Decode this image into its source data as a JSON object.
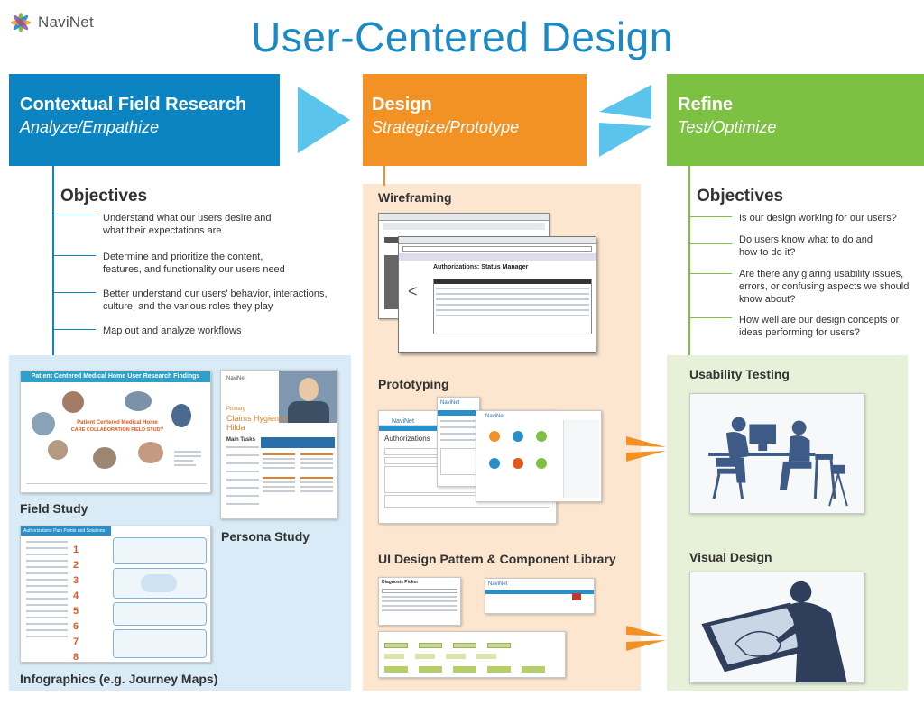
{
  "header": {
    "logo_text": "NaviNet",
    "title": "User-Centered Design"
  },
  "stages": [
    {
      "title": "Contextual Field Research",
      "subtitle": "Analyze/Empathize"
    },
    {
      "title": "Design",
      "subtitle": "Strategize/Prototype"
    },
    {
      "title": "Refine",
      "subtitle": "Test/Optimize"
    }
  ],
  "research": {
    "objectives_title": "Objectives",
    "objectives": [
      "Understand what our users desire and what their expectations are",
      "Determine and prioritize the content, features, and functionality our users need",
      "Better understand our users' behavior, interactions, culture, and the various roles they play",
      "Map out and analyze workflows"
    ],
    "field_study_label": "Field Study",
    "field_study_thumb_title": "Patient Centered Medical Home User Research Findings",
    "field_study_headline": "Patient Centered Medical Home",
    "field_study_subheadline": "CARE COLLABORATION FIELD STUDY",
    "persona_label": "Persona Study",
    "persona_logo": "NaviNet",
    "persona_role_prefix": "Primary",
    "persona_role": "Claims Hygienist",
    "persona_name": "Hilda",
    "persona_tasks_label": "Main Tasks",
    "infographics_label": "Infographics (e.g. Journey Maps)",
    "infographics_thumb_title": "Authorizations Pain Points and Solutions"
  },
  "design": {
    "wireframing_label": "Wireframing",
    "wireframe_title": "Authorizations: Status Manager",
    "prototyping_label": "Prototyping",
    "prototype_title": "Authorizations",
    "library_label": "UI Design Pattern & Component Library",
    "library_panel_title": "Diagnosis Picker"
  },
  "refine": {
    "objectives_title": "Objectives",
    "objectives": [
      "Is our design working for our users?",
      "Do users know what to do and how to do it?",
      "Are there any glaring usability issues, errors, or confusing aspects we should know about?",
      "How well are our design concepts or ideas performing for users?"
    ],
    "usability_label": "Usability Testing",
    "visual_label": "Visual Design"
  },
  "colors": {
    "blue": "#0c84c2",
    "orange": "#f39224",
    "green": "#7dc142",
    "title_blue": "#1a8ac6",
    "arrow_blue": "#5bc4ec"
  }
}
